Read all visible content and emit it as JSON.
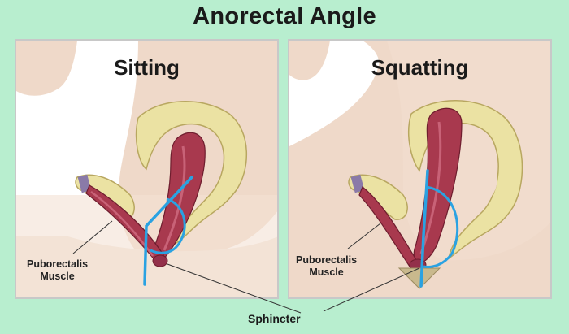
{
  "title": "Anorectal Angle",
  "panels": [
    {
      "heading": "Sitting",
      "muscle_label_line1": "Puborectalis",
      "muscle_label_line2": "Muscle"
    },
    {
      "heading": "Squatting",
      "muscle_label_line1": "Puborectalis",
      "muscle_label_line2": "Muscle"
    }
  ],
  "sphincter_label": "Sphincter",
  "colors": {
    "background": "#b8eecf",
    "skin": "#efd9c9",
    "bone": "#ebe2a3",
    "muscle": "#a8394e",
    "angle_line": "#2aa2e2"
  }
}
